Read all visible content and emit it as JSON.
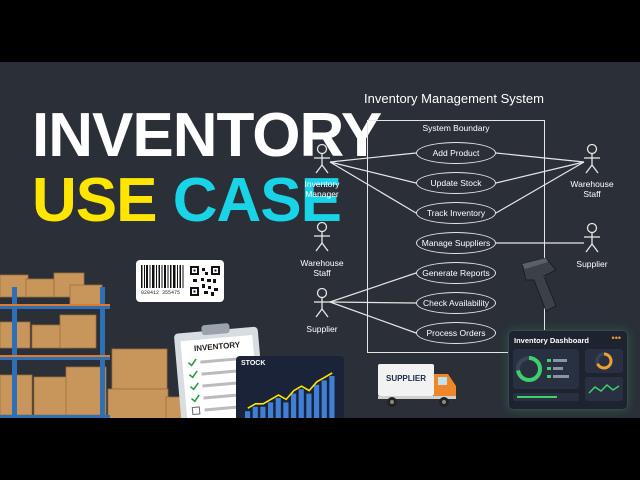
{
  "headline": {
    "line1": "INVENTORY",
    "line2_word1": "USE",
    "line2_word2": "CASE"
  },
  "diagram": {
    "title": "Inventory Management System",
    "boundary_label": "System Boundary",
    "use_cases": [
      "Add Product",
      "Update Stock",
      "Track Inventory",
      "Manage Suppliers",
      "Generate Reports",
      "Check Availability",
      "Process Orders"
    ],
    "actors": {
      "inventory_manager": [
        "Inventory",
        "Manager"
      ],
      "warehouse_staff_left": [
        "Warehouse",
        "Staff"
      ],
      "supplier_left": "Supplier",
      "warehouse_staff_right": [
        "Warehouse",
        "Staff"
      ],
      "supplier_right": "Supplier"
    }
  },
  "barcode_number": "020412  355475",
  "clipboard_title": "INVENTORY",
  "stock_chart": {
    "type": "bar",
    "title": "STOCK",
    "values": [
      2,
      3,
      3,
      4,
      5,
      4,
      6,
      7,
      6,
      8,
      9,
      10
    ]
  },
  "truck_label": "SUPPLIER",
  "dashboard": {
    "title": "Inventory Dashboard",
    "menu": "•••"
  },
  "colors": {
    "background": "#2a2f38",
    "yellow": "#ffe600",
    "cyan": "#19d3e6",
    "accent_green": "#3fd06a",
    "accent_orange": "#f0a030"
  }
}
